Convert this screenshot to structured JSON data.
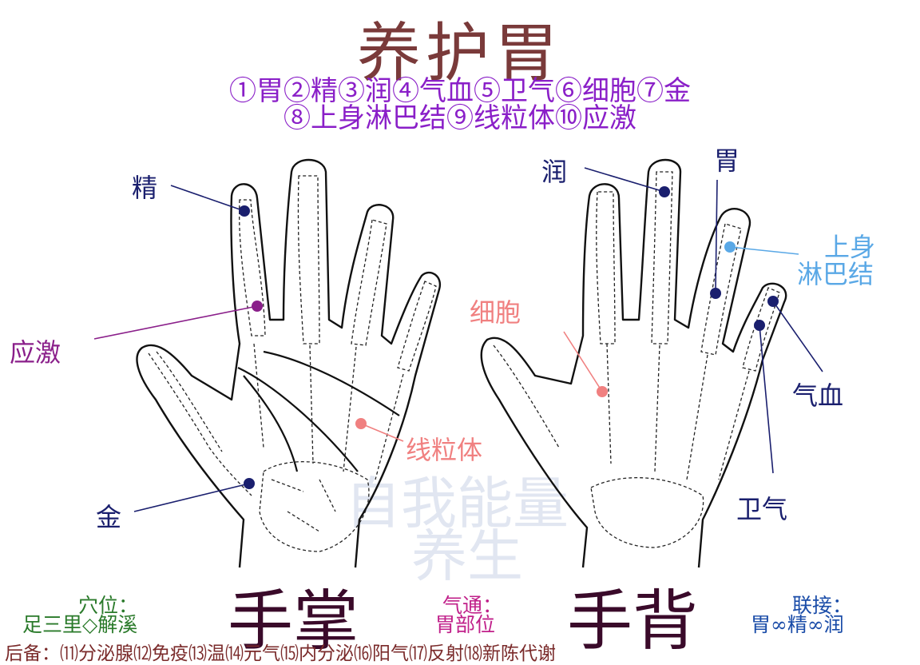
{
  "title": "养护胃",
  "legend_line1": "①胃②精③润④气血⑤卫气⑥细胞⑦金",
  "legend_line2": "⑧上身淋巴结⑨线粒体⑩应激",
  "palm_labels": {
    "jing": "精",
    "yingji": "应激",
    "xianliti": "线粒体",
    "jin": "金"
  },
  "back_labels": {
    "run": "润",
    "wei": "胃",
    "shangshen_line1": "上身",
    "shangshen_line2": "淋巴结",
    "xibao": "细胞",
    "qixue": "气血",
    "weiqi": "卫气"
  },
  "watermark": {
    "line1": "自我能量",
    "line2": "养生"
  },
  "bottom": {
    "acupoint_label": "穴位：",
    "acupoint_value": "足三里◇解溪",
    "palm_title": "手掌",
    "qitong_label": "气通：",
    "qitong_value": "胃部位",
    "back_title": "手背",
    "link_label": "联接：",
    "link_value": "胃∞精∞润",
    "backup": "后备：⑾分泌腺⑿免疫⒀温⒁元气⒂内分泌⒃阳气⒄反射⒅新陈代谢"
  },
  "colors": {
    "navy": "#1a1f6e",
    "purple": "#8a1f8a",
    "pink": "#f08080",
    "lightblue": "#5aa8e6",
    "green": "#2a7a2a",
    "magenta": "#c0208a",
    "blue": "#1a4ca8"
  }
}
